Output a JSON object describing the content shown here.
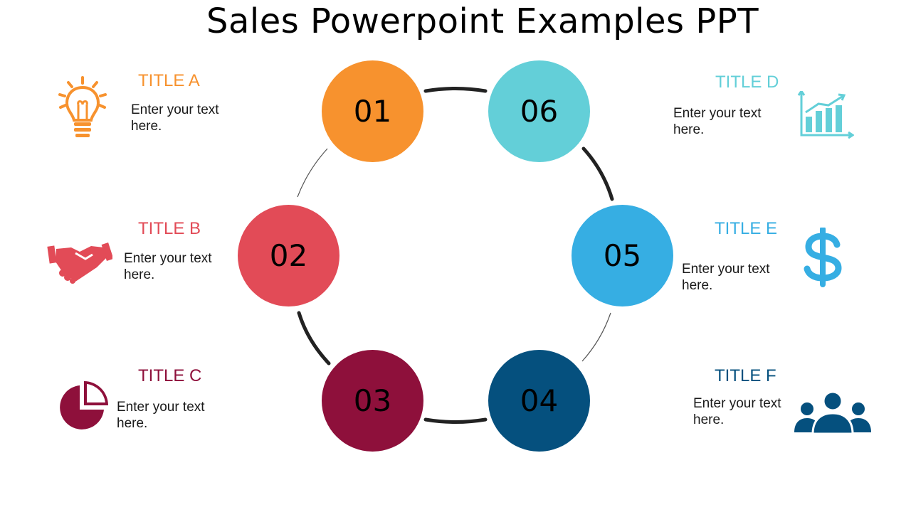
{
  "slide": {
    "title": "Sales Powerpoint Examples PPT"
  },
  "colors": {
    "orange": "#F7922E",
    "red": "#E24B57",
    "crimson": "#8E103B",
    "navy": "#05507E",
    "blue": "#36AEE3",
    "teal": "#63CFD8",
    "connector": "#222222"
  },
  "steps": [
    {
      "number": "01",
      "color": "#F7922E"
    },
    {
      "number": "02",
      "color": "#E24B57"
    },
    {
      "number": "03",
      "color": "#8E103B"
    },
    {
      "number": "04",
      "color": "#05507E"
    },
    {
      "number": "05",
      "color": "#36AEE3"
    },
    {
      "number": "06",
      "color": "#63CFD8"
    }
  ],
  "items": [
    {
      "title": "TITLE A",
      "text": "Enter your text here.",
      "icon": "lightbulb-icon",
      "color": "#F7922E"
    },
    {
      "title": "TITLE B",
      "text": "Enter your text here.",
      "icon": "handshake-icon",
      "color": "#E24B57"
    },
    {
      "title": "TITLE C",
      "text": "Enter your text here.",
      "icon": "pie-chart-icon",
      "color": "#8E103B"
    },
    {
      "title": "TITLE D",
      "text": "Enter your text here.",
      "icon": "growth-chart-icon",
      "color": "#63CFD8"
    },
    {
      "title": "TITLE E",
      "text": "Enter your text here.",
      "icon": "dollar-icon",
      "color": "#36AEE3"
    },
    {
      "title": "TITLE F",
      "text": "Enter your text here.",
      "icon": "team-icon",
      "color": "#05507E"
    }
  ]
}
